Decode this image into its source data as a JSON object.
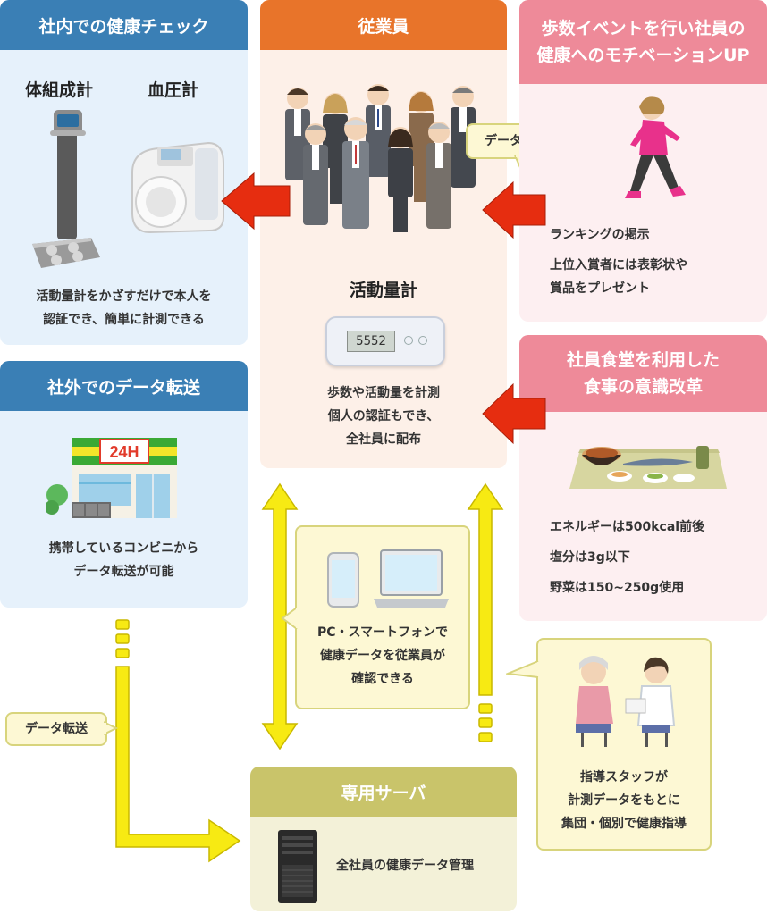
{
  "colors": {
    "blue_header": "#3a7fb5",
    "blue_panel": "#e6f1fb",
    "orange_header": "#e8742a",
    "orange_panel": "#fdf0e8",
    "pink_header": "#ee8a99",
    "pink_panel": "#fdeff1",
    "server_header": "#c9c46a",
    "server_panel": "#f3f1d8",
    "yellow_arrow": "#f7ea13",
    "red_arrow": "#e62d10",
    "bubble_bg": "#fdf8d4"
  },
  "internal_check": {
    "title": "社内での健康チェック",
    "label_body": "体組成計",
    "label_bp": "血圧計",
    "desc": [
      "活動量計をかざすだけで本人を",
      "認証でき、簡単に計測できる"
    ]
  },
  "employees": {
    "title": "従業員",
    "device_label": "活動量計",
    "device_display": "5552",
    "desc": [
      "歩数や活動量を計測",
      "個人の認証もでき、",
      "全社員に配布"
    ]
  },
  "reflect_bubble": {
    "label": "データを反映"
  },
  "walking_event": {
    "title": [
      "歩数イベントを行い社員の",
      "健康へのモチベーションUP"
    ],
    "line1": "ランキングの掲示",
    "line2": [
      "上位入賞者には表彰状や",
      "賞品をプレゼント"
    ]
  },
  "external_transfer": {
    "title": "社外でのデータ転送",
    "store_sign": "24H",
    "desc": [
      "携帯しているコンビニから",
      "データ転送が可能"
    ]
  },
  "cafeteria": {
    "title": [
      "社員食堂を利用した",
      "食事の意識改革"
    ],
    "items": [
      "エネルギーは500kcal前後",
      "塩分は3g以下",
      "野菜は150~250g使用"
    ]
  },
  "pc_bubble": {
    "desc": [
      "PC・スマートフォンで",
      "健康データを従業員が",
      "確認できる"
    ]
  },
  "transfer_label": {
    "label": "データ転送"
  },
  "staff_bubble": {
    "desc": [
      "指導スタッフが",
      "計測データをもとに",
      "集団・個別で健康指導"
    ]
  },
  "server": {
    "title": "専用サーバ",
    "desc": "全社員の健康データ管理"
  }
}
